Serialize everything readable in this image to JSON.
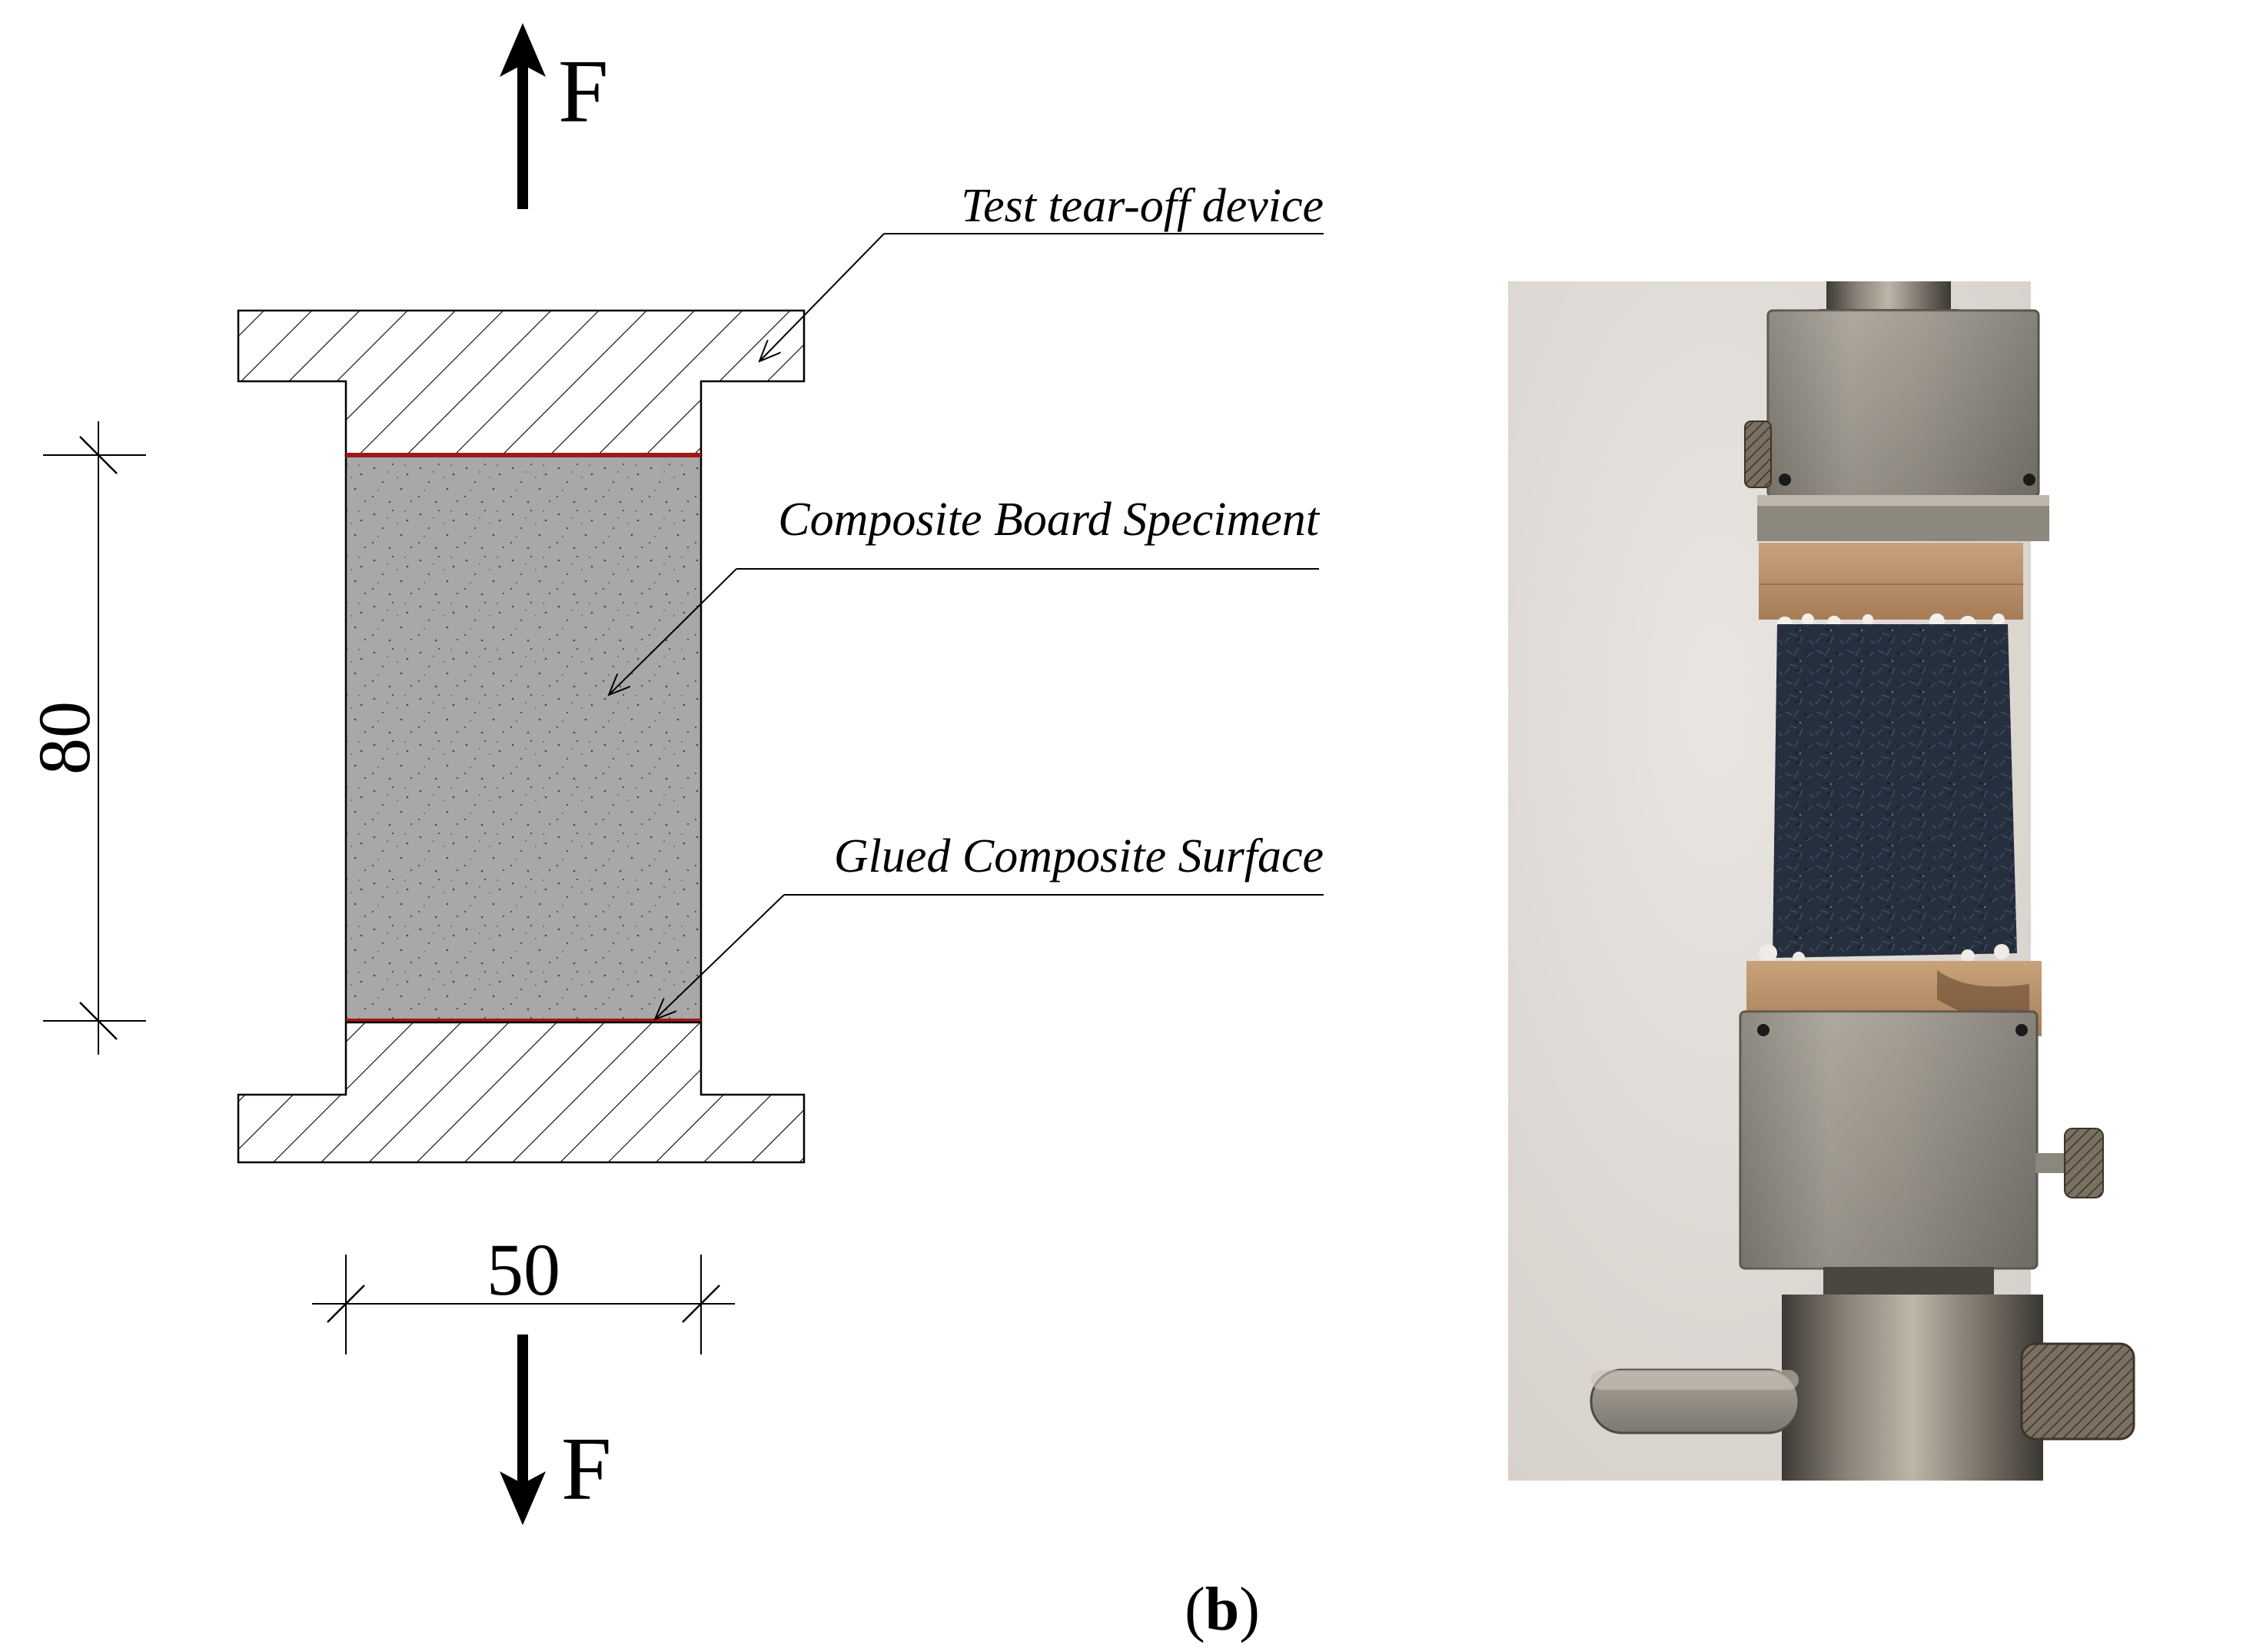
{
  "diagram": {
    "force_label_top": "F",
    "force_label_bottom": "F",
    "labels": {
      "device": "Test tear-off device",
      "specimen": "Composite Board Speciment",
      "glued": "Glued Composite Surface"
    },
    "dimensions": {
      "height": "80",
      "width": "50"
    },
    "caption": {
      "open": "(",
      "letter": "b",
      "close": ")"
    },
    "colors": {
      "specimen_fill": "#a8a8a8",
      "glue_line": "#a01818",
      "outline": "#000000"
    }
  }
}
